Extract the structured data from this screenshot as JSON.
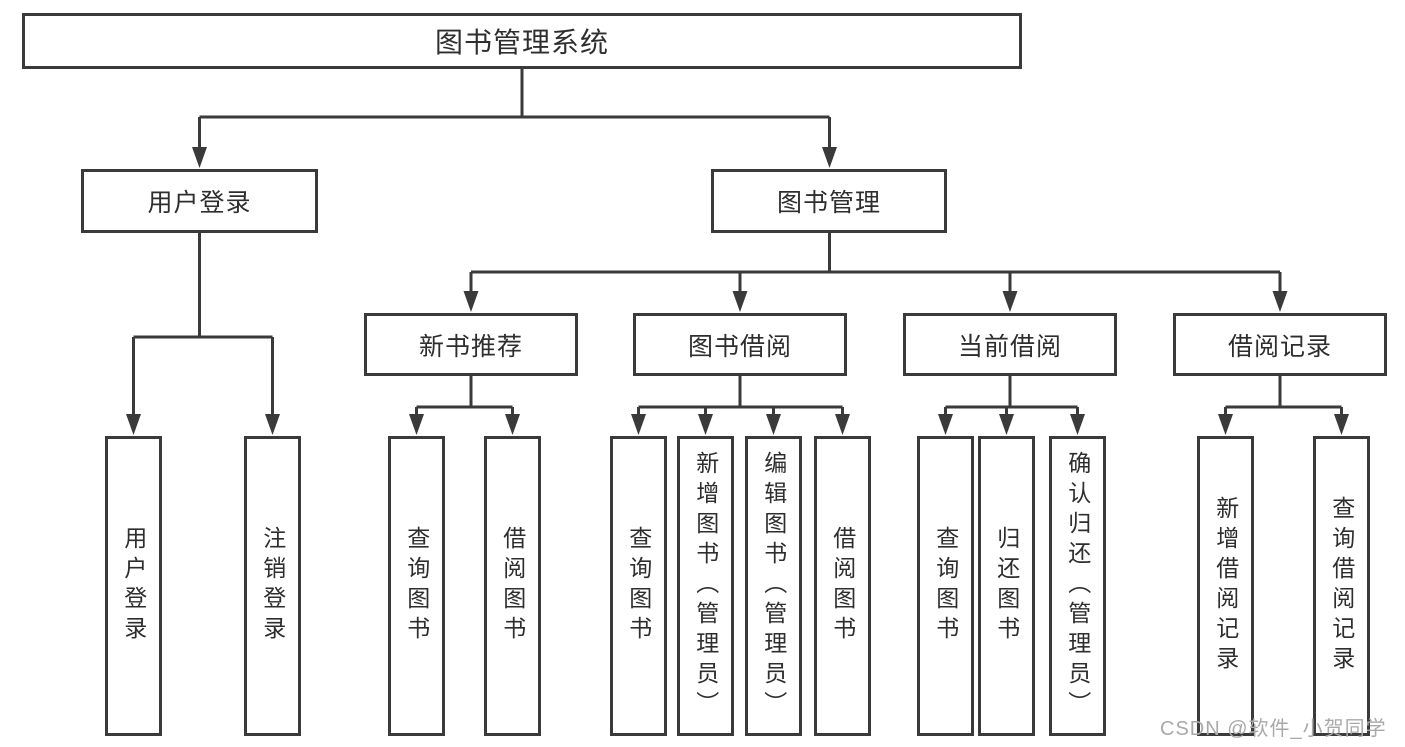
{
  "diagram": {
    "title": "图书管理系统",
    "modules": {
      "user_login": "用户登录",
      "book_mgmt": "图书管理"
    },
    "submodules": {
      "new_book_rec": "新书推荐",
      "book_borrow": "图书借阅",
      "current_borrow": "当前借阅",
      "borrow_records": "借阅记录"
    },
    "functions": {
      "user_login": "用户登录",
      "logout": "注销登录",
      "query_book_rec": "查询图书",
      "borrow_book_rec": "借阅图书",
      "query_book_borrow": "查询图书",
      "add_book_admin": "新增图书（管理员）",
      "edit_book_admin": "编辑图书（管理员）",
      "borrow_book": "借阅图书",
      "query_book_current": "查询图书",
      "return_book": "归还图书",
      "confirm_return_admin": "确认归还（管理员）",
      "add_borrow_record": "新增借阅记录",
      "query_borrow_record": "查询借阅记录"
    }
  },
  "watermark": "CSDN @软件_小贺同学",
  "colors": {
    "line": "#3a3a3a",
    "text": "#2e2e2e",
    "watermark": "#a9a9a9",
    "background": "#ffffff"
  }
}
